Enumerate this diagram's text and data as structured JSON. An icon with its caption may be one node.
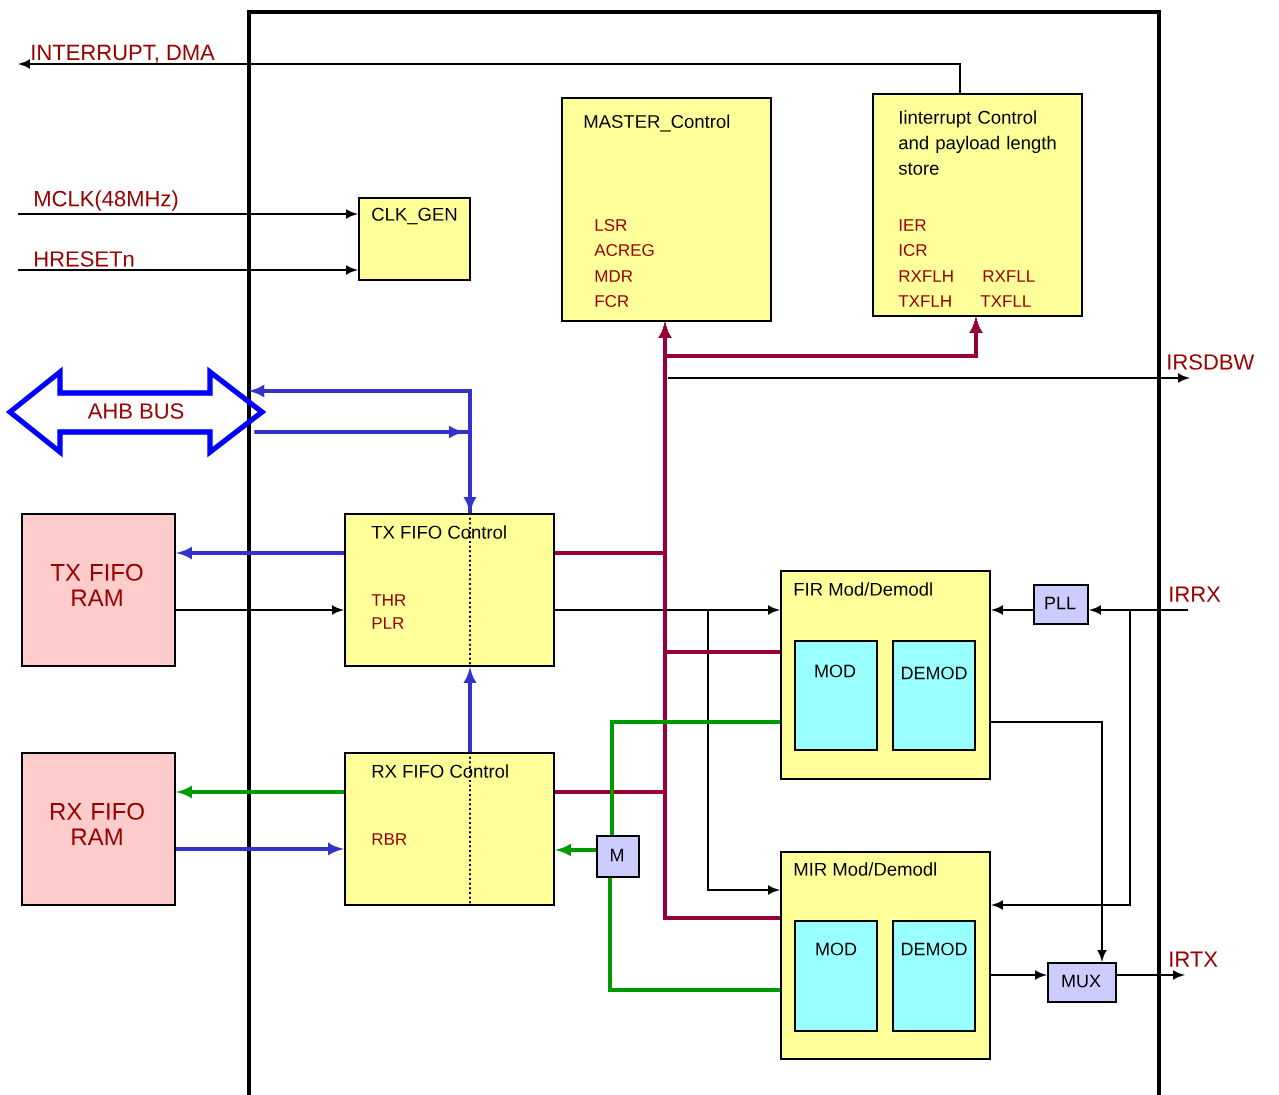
{
  "diagram": {
    "nodes": [
      {
        "text": [],
        "shape": "box"
      },
      {
        "text": [
          "MASTER_Control",
          "LSR",
          "ACREG",
          "MDR",
          "FCR"
        ],
        "in": 0
      },
      {
        "text": [
          "Iinterrupt Control and payload length store",
          "IER",
          "ICR",
          "RXFLH",
          "RXFLL",
          "TXFLH",
          "TXFLL"
        ],
        "in": 0
      },
      {
        "text": [
          "CLK_GEN"
        ],
        "in": 0
      },
      {
        "text": [
          "AHB BUS"
        ]
      },
      {
        "text": [
          "TX FIFO Control",
          "THR",
          "PLR"
        ],
        "in": 0
      },
      {
        "text": [
          "TX FIFO RAM"
        ]
      },
      {
        "text": [
          "RX FIFO RAM"
        ]
      },
      {
        "text": [
          "RX FIFO Control",
          "RBR"
        ],
        "in": 0
      },
      {
        "text": [
          "FIR Mod/Demodl"
        ],
        "in": 0
      },
      {
        "text": [
          "MOD"
        ],
        "in": 9
      },
      {
        "text": [
          "DEMOD"
        ],
        "in": 9
      },
      {
        "text": [
          "PLL"
        ],
        "in": 0
      },
      {
        "text": [
          "M"
        ],
        "in": 0
      },
      {
        "text": [
          "MIR Mod/Demodl"
        ],
        "in": 0
      },
      {
        "text": [
          "MOD"
        ],
        "in": 14
      },
      {
        "text": [
          "DEMOD"
        ],
        "in": 14
      },
      {
        "text": [
          "MUX"
        ],
        "in": 0
      },
      {
        "text": [
          "INTERRUPT, DMA"
        ]
      },
      {
        "text": [
          "MCLK(48MHz)"
        ]
      },
      {
        "text": [
          "HRESETn"
        ]
      },
      {
        "text": [
          "IRSDBW"
        ]
      },
      {
        "text": [
          "IRRX"
        ]
      },
      {
        "text": [
          "IRTX"
        ]
      }
    ],
    "edges": [
      {
        "from": 2,
        "to": 18,
        "arrow": "to"
      },
      {
        "from": 19,
        "to": 3,
        "arrow": "to"
      },
      {
        "from": 20,
        "to": 3,
        "arrow": "to"
      },
      {
        "from": 5,
        "to": 4,
        "arrow": "to",
        "color": "#3333cc"
      },
      {
        "from": 4,
        "to": 5,
        "arrow": "to",
        "color": "#3333cc"
      },
      {
        "from": 5,
        "to": 6,
        "arrow": "to",
        "color": "#3333cc"
      },
      {
        "from": 6,
        "to": 5,
        "arrow": "to"
      },
      {
        "from": 8,
        "to": 5,
        "arrow": "to",
        "color": "#3333cc"
      },
      {
        "from": 8,
        "to": 7,
        "arrow": "to",
        "color": "#009900"
      },
      {
        "from": 7,
        "to": 8,
        "arrow": "to",
        "color": "#3333cc"
      },
      {
        "from": 5,
        "to": 9,
        "arrow": "to"
      },
      {
        "from": 5,
        "to": 14,
        "arrow": "to"
      },
      {
        "from": 5,
        "to": 1,
        "arrow": "to",
        "color": "#99003a"
      },
      {
        "from": 5,
        "to": 2,
        "arrow": "to",
        "color": "#99003a"
      },
      {
        "from": 8,
        "to": 1,
        "arrow": "to",
        "color": "#99003a"
      },
      {
        "from": 8,
        "to": 2,
        "arrow": "to",
        "color": "#99003a"
      },
      {
        "from": 9,
        "to": 1,
        "arrow": "to",
        "color": "#99003a"
      },
      {
        "from": 9,
        "to": 2,
        "arrow": "to",
        "color": "#99003a"
      },
      {
        "from": 14,
        "to": 1,
        "arrow": "to",
        "color": "#99003a"
      },
      {
        "from": 14,
        "to": 2,
        "arrow": "to",
        "color": "#99003a"
      },
      {
        "from": null,
        "to": 21,
        "arrow": "to"
      },
      {
        "from": 9,
        "to": 13,
        "arrow": "none",
        "color": "#009900"
      },
      {
        "from": 14,
        "to": 13,
        "arrow": "none",
        "color": "#009900"
      },
      {
        "from": 13,
        "to": 8,
        "arrow": "to",
        "color": "#009900"
      },
      {
        "from": 22,
        "to": 12,
        "arrow": "to"
      },
      {
        "from": 12,
        "to": 9,
        "arrow": "to"
      },
      {
        "from": 22,
        "to": 14,
        "arrow": "to"
      },
      {
        "from": 9,
        "to": 17,
        "arrow": "to"
      },
      {
        "from": 14,
        "to": 17,
        "arrow": "to"
      },
      {
        "from": 17,
        "to": 23,
        "arrow": "to"
      }
    ]
  }
}
